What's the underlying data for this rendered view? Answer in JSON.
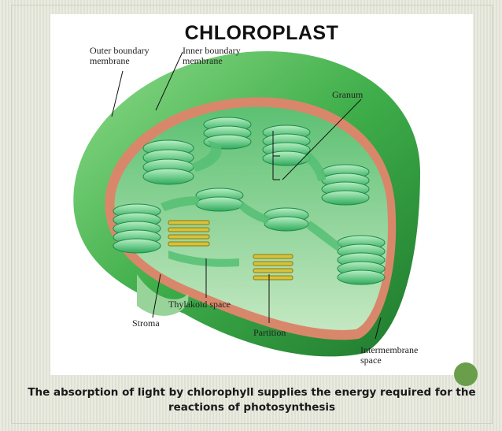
{
  "title": "CHLOROPLAST",
  "labels": {
    "outer_boundary_membrane": "Outer boundary membrane",
    "inner_boundary_membrane": "Inner boundary membrane",
    "granum": "Granum",
    "thylakoid_space": "Thylakoid space",
    "stroma": "Stroma",
    "partition": "Partition",
    "intermembrane_space": "Intermembrane space"
  },
  "caption": "The absorption of light by chlorophyll supplies the energy required for the reactions of photosynthesis",
  "colors": {
    "outer_green": "#3fae4a",
    "membrane_orange": "#d9876a",
    "stroma_green": "#a8d9a6",
    "granum_green": "#3cc070",
    "partition_yellow": "#d8c23a",
    "accent_circle": "#6a9e4a"
  }
}
